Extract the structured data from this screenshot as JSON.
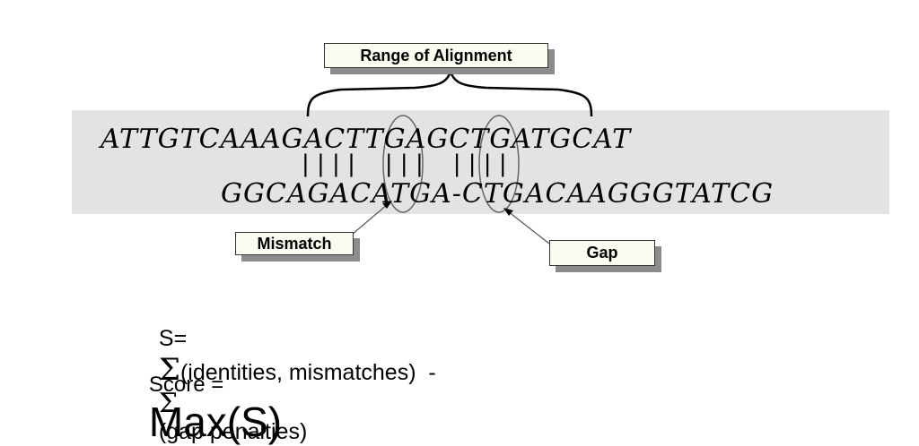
{
  "range_label": "Range of Alignment",
  "sequence_top": "ATTGTCAAAGACTTGAGCTGATGCAT",
  "match_marks": "| | | |    | | |    | | | |",
  "sequence_bottom": "GGCAGACATGA-CTGACAAGGGTATCG",
  "mismatch_label": "Mismatch",
  "gap_label": "Gap",
  "formula": {
    "s_prefix": "S=",
    "sigma1": "Σ",
    "part1": "(identities, mismatches)  -",
    "sigma2": "Σ",
    "part2": "(gap penalties)"
  },
  "score": {
    "prefix": "Score =",
    "value": "Max(S)"
  }
}
